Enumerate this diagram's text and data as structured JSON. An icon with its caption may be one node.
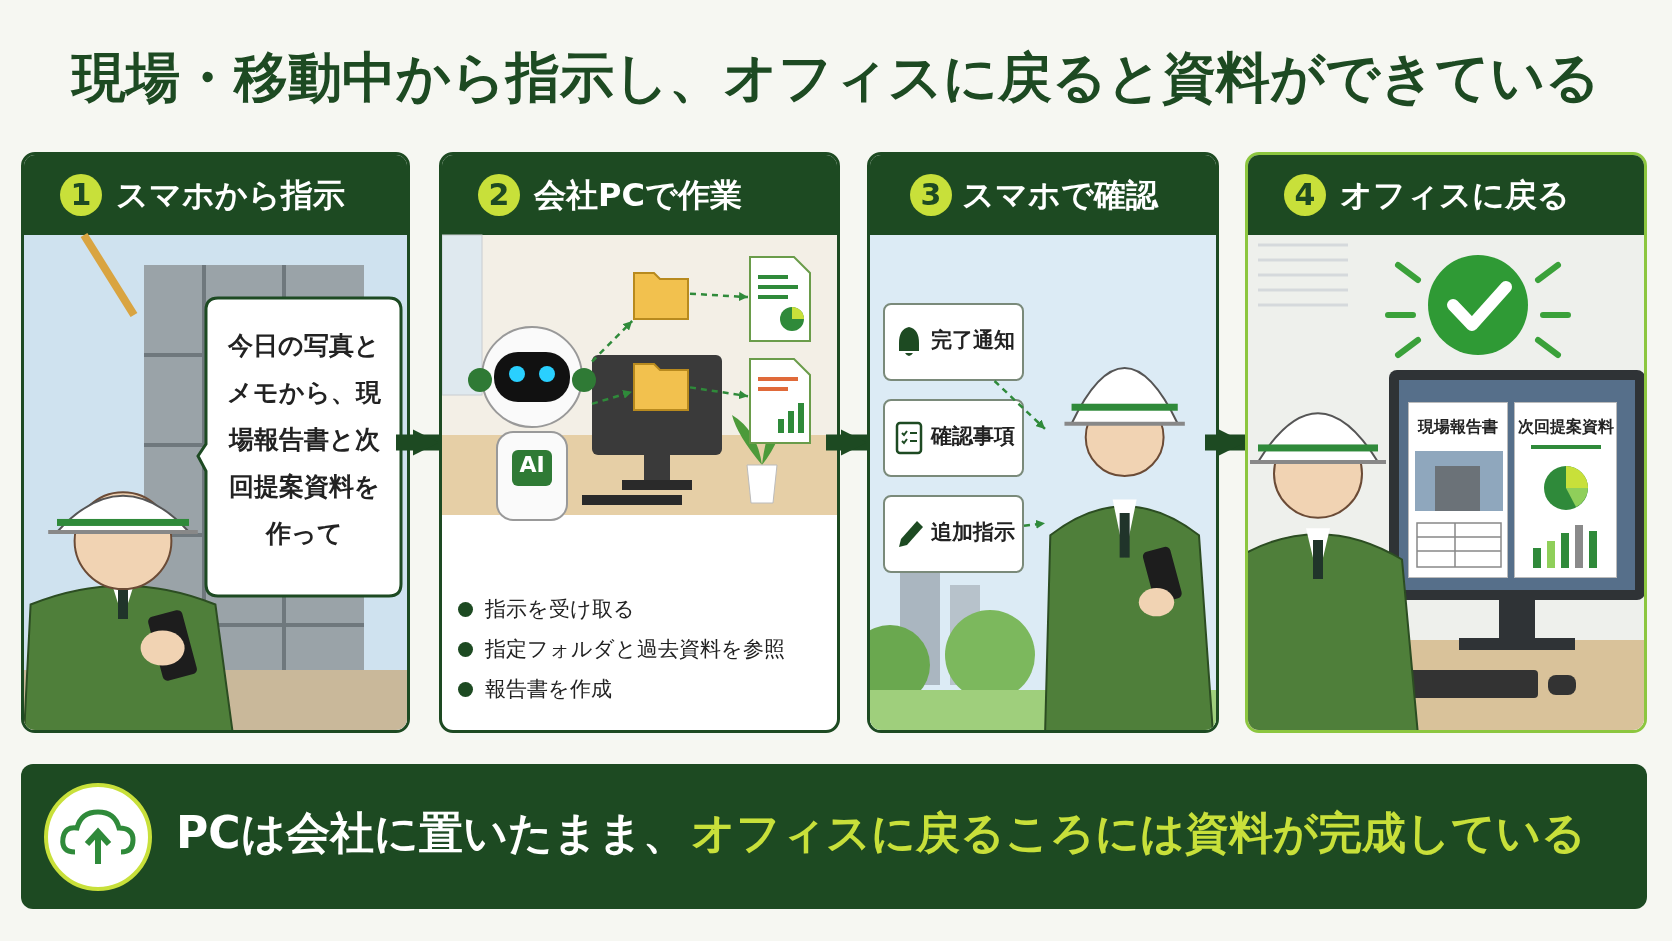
{
  "diagram": {
    "title": "現場・移動中から指示し、オフィスに戻ると資料ができている",
    "nodes": [
      {
        "text": [
          "1",
          "スマホから指示"
        ]
      },
      {
        "text": [
          "今日の写真とメモから、現場報告書と次回提案資料を作って"
        ],
        "in": 0
      },
      {
        "text": [
          "2",
          "会社PCで作業",
          "指示を受け取る",
          "指定フォルダと過去資料を参照",
          "報告書を作成"
        ]
      },
      {
        "text": [
          "AI"
        ],
        "in": 2
      },
      {
        "text": [],
        "shape": "folder",
        "in": 2
      },
      {
        "text": [],
        "shape": "folder",
        "in": 2
      },
      {
        "text": [],
        "shape": "picture",
        "in": 2
      },
      {
        "text": [],
        "shape": "picture",
        "in": 2
      },
      {
        "text": [
          "3",
          "スマホで確認"
        ]
      },
      {
        "text": [
          "完了通知"
        ],
        "in": 8
      },
      {
        "text": [
          "確認事項"
        ],
        "in": 8
      },
      {
        "text": [
          "追加指示"
        ],
        "in": 8
      },
      {
        "text": [],
        "shape": "person",
        "in": 8
      },
      {
        "text": [
          "4",
          "オフィスに戻る"
        ]
      },
      {
        "text": [
          "現場報告書"
        ],
        "in": 13
      },
      {
        "text": [
          "次回提案資料"
        ],
        "in": 13
      },
      {
        "text": [
          "PCは会社に置いたまま、",
          "オフィスに戻るころには資料が完成している"
        ]
      }
    ],
    "edges": [
      {
        "from": 0,
        "to": 2,
        "arrow": "to",
        "style": "thick"
      },
      {
        "from": 2,
        "to": 8,
        "arrow": "to",
        "style": "thick"
      },
      {
        "from": 8,
        "to": 13,
        "arrow": "to",
        "style": "thick"
      },
      {
        "from": 3,
        "to": 4,
        "arrow": "to",
        "style": "dashed"
      },
      {
        "from": 3,
        "to": 5,
        "arrow": "to",
        "style": "dashed"
      },
      {
        "from": 4,
        "to": 6,
        "arrow": "to",
        "style": "dashed"
      },
      {
        "from": 5,
        "to": 7,
        "arrow": "to",
        "style": "dashed"
      },
      {
        "from": 9,
        "to": 12,
        "arrow": "to",
        "style": "dashed"
      },
      {
        "from": 11,
        "to": 12,
        "arrow": "to",
        "style": "dashed"
      }
    ]
  }
}
